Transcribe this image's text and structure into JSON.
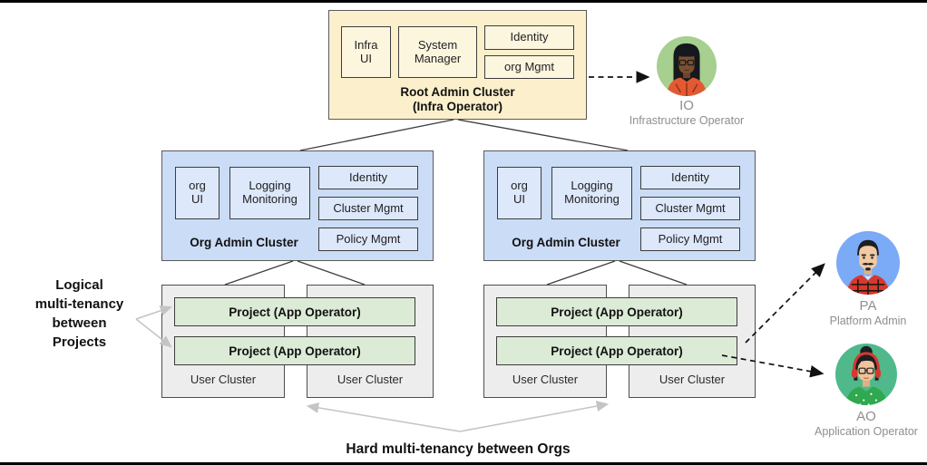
{
  "root_cluster": {
    "title_lines": [
      "Root Admin Cluster",
      "(Infra Operator)"
    ],
    "components": {
      "infra_ui": [
        "Infra",
        "UI"
      ],
      "system_manager": [
        "System",
        "Manager"
      ],
      "identity": "Identity",
      "org_mgmt": "org Mgmt"
    }
  },
  "org_cluster": {
    "title": "Org Admin Cluster",
    "components": {
      "org_ui": [
        "org",
        "UI"
      ],
      "logging_monitoring": [
        "Logging",
        "Monitoring"
      ],
      "identity": "Identity",
      "cluster_mgmt": "Cluster Mgmt",
      "policy_mgmt": "Policy Mgmt"
    }
  },
  "user_clusters": {
    "project_label": "Project (App Operator)",
    "cluster_label": "User Cluster"
  },
  "annotations": {
    "logical_lines": [
      "Logical",
      "multi-tenancy",
      "between",
      "Projects"
    ],
    "hard": "Hard multi-tenancy between Orgs"
  },
  "personas": [
    {
      "abbr": "IO",
      "name": "Infrastructure Operator",
      "circle_color": "#A6CF90"
    },
    {
      "abbr": "PA",
      "name": "Platform Admin",
      "circle_color": "#7BAAF7"
    },
    {
      "abbr": "AO",
      "name": "Application Operator",
      "circle_color": "#4FB98B"
    }
  ],
  "colors": {
    "root_bg": "#FCF0CC",
    "root_inner_bg": "#FDF6DF",
    "org_bg": "#CBDCF7",
    "org_inner_bg": "#DDE8FB",
    "user_bg": "#EDEDED",
    "project_bg": "#DCEBD6",
    "connector": "#3d3d3d",
    "dashed_arrow": "#111111",
    "gray_arrow": "#C4C4C4",
    "label_gray": "#8E8E8E"
  }
}
